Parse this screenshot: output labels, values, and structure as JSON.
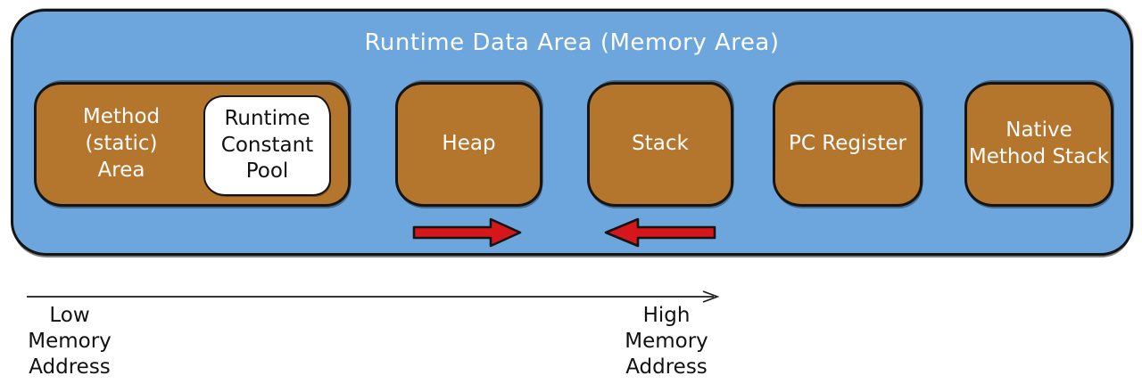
{
  "diagram": {
    "title": "Runtime Data Area (Memory Area)",
    "boxes": {
      "method_area": {
        "label": "Method (static) Area"
      },
      "runtime_constant_pool": {
        "label": "Runtime Constant Pool"
      },
      "heap": {
        "label": "Heap"
      },
      "stack": {
        "label": "Stack"
      },
      "pc_register": {
        "label": "PC Register"
      },
      "native_method_stack": {
        "label": "Native Method Stack"
      }
    },
    "arrows": {
      "heap_growth_icon": "red-right-arrow",
      "stack_growth_icon": "red-left-arrow"
    },
    "axis": {
      "low_label": "Low Memory Address",
      "high_label": "High Memory Address",
      "arrow_direction": "left-to-right"
    },
    "colors": {
      "container_fill": "#6CA6DC",
      "box_fill": "#B4752D",
      "inner_box_fill": "#FFFFFF",
      "growth_arrow_fill": "#D5171C",
      "outline": "#141414",
      "title_text": "#FCFCFC",
      "box_text": "#FCFCFC",
      "inner_box_text": "#111111",
      "axis_text": "#111111",
      "background": "#FFFFFF"
    }
  }
}
